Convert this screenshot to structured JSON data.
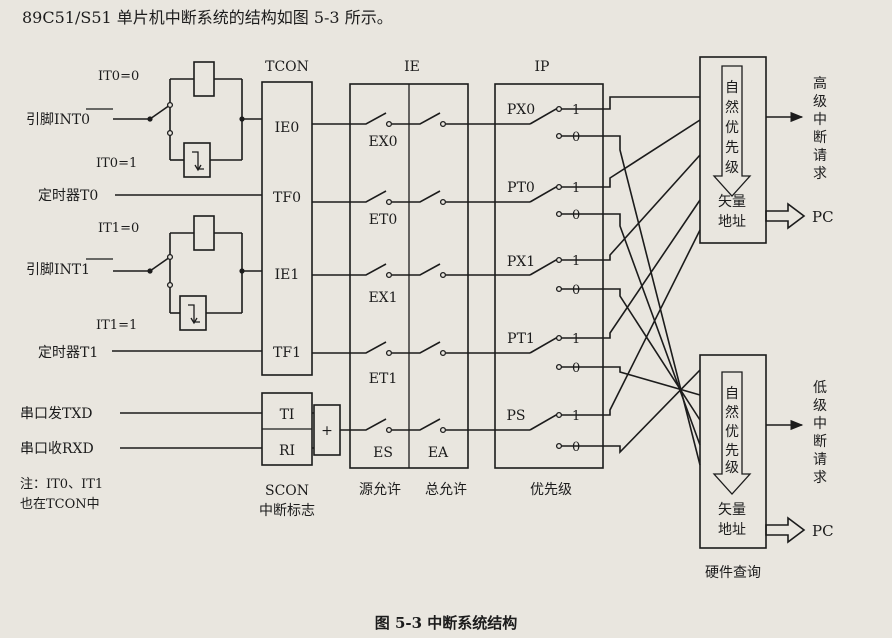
{
  "intro_text": "89C51/S51 单片机中断系统的结构如图 5-3 所示。",
  "caption": "图 5-3   中断系统结构",
  "columns": {
    "tcon": "TCON",
    "ie": "IE",
    "ip": "IP"
  },
  "inputs": {
    "int0_pin": "引脚INT0",
    "it0_eq0": "IT0=0",
    "it0_eq1": "IT0=1",
    "timer0": "定时器T0",
    "int1_pin": "引脚INT1",
    "it1_eq0": "IT1=0",
    "it1_eq1": "IT1=1",
    "timer1": "定时器T1",
    "serial_tx": "串口发TXD",
    "serial_rx": "串口收RXD"
  },
  "note": {
    "line1": "注：IT0、IT1",
    "line2": "也在TCON中"
  },
  "flags": {
    "ie0": "IE0",
    "tf0": "TF0",
    "ie1": "IE1",
    "tf1": "TF1",
    "ti": "TI",
    "ri": "RI",
    "or_symbol": "+"
  },
  "scon_label": {
    "line1": "SCON",
    "line2": "中断标志"
  },
  "enables": {
    "ex0": "EX0",
    "et0": "ET0",
    "ex1": "EX1",
    "et1": "ET1",
    "es": "ES",
    "ea": "EA"
  },
  "bottom_labels": {
    "source_enable": "源允许",
    "global_enable": "总允许",
    "priority": "优先级"
  },
  "priority_bits": {
    "px0": "PX0",
    "pt0": "PT0",
    "px1": "PX1",
    "pt1": "PT1",
    "ps": "PS",
    "one": "1",
    "zero": "0"
  },
  "polling_high": {
    "chars": [
      "自",
      "然",
      "优",
      "先",
      "级"
    ],
    "vector1": "矢量",
    "vector2": "地址"
  },
  "polling_low": {
    "chars": [
      "自",
      "然",
      "优",
      "先",
      "级"
    ],
    "vector1": "矢量",
    "vector2": "地址"
  },
  "outputs": {
    "high_request": [
      "高",
      "级",
      "中",
      "断",
      "请",
      "求"
    ],
    "low_request": [
      "低",
      "级",
      "中",
      "断",
      "请",
      "求"
    ],
    "pc": "PC",
    "hw_query": "硬件查询"
  }
}
